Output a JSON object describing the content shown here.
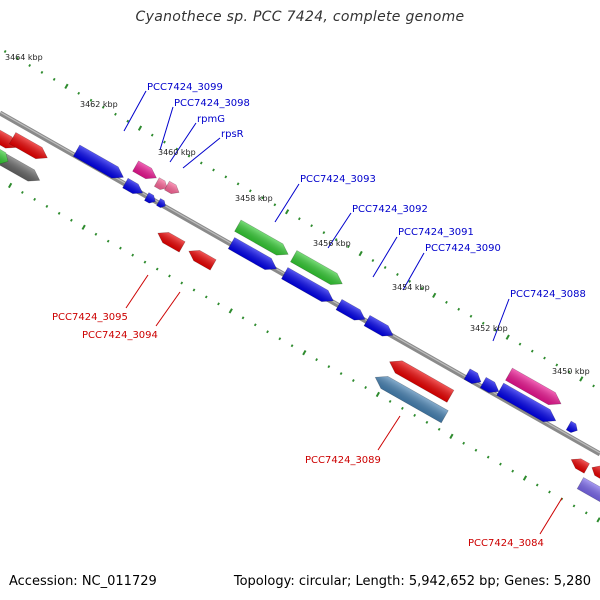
{
  "title": "Cyanothece sp. PCC 7424, complete genome",
  "footer": {
    "accession_label": "Accession: ",
    "accession": "NC_011729",
    "topology_label": "Topology: ",
    "topology": "circular",
    "length_label": "Length: ",
    "length": "5,942,652 bp",
    "genes_label": "Genes: ",
    "genes": "5,280"
  },
  "colors": {
    "forward_gene": "#0000ee",
    "reverse_gene": "#ee0000",
    "trna": "#ff6699",
    "rrna": "#ee1493",
    "green_gene": "#33cc33",
    "steel_gene": "#4682b4",
    "purple_gene": "#7b68ee",
    "gray_gene": "#666666",
    "tick": "#2e8b2e",
    "forward_label": "#0000cc",
    "reverse_label": "#cc0000"
  },
  "ticks": [
    {
      "label": "3464 kbp"
    },
    {
      "label": "3462 kbp"
    },
    {
      "label": "3460 kbp"
    },
    {
      "label": "3458 kbp"
    },
    {
      "label": "3456 kbp"
    },
    {
      "label": "3454 kbp"
    },
    {
      "label": "3452 kbp"
    },
    {
      "label": "3450 kbp"
    }
  ],
  "labels": [
    {
      "text": "PCC7424_3099",
      "strand": "forward"
    },
    {
      "text": "PCC7424_3098",
      "strand": "forward"
    },
    {
      "text": "rpmG",
      "strand": "forward"
    },
    {
      "text": "rpsR",
      "strand": "forward"
    },
    {
      "text": "PCC7424_3093",
      "strand": "forward"
    },
    {
      "text": "PCC7424_3092",
      "strand": "forward"
    },
    {
      "text": "PCC7424_3091",
      "strand": "forward"
    },
    {
      "text": "PCC7424_3090",
      "strand": "forward"
    },
    {
      "text": "PCC7424_3088",
      "strand": "forward"
    },
    {
      "text": "PCC7424_3095",
      "strand": "reverse"
    },
    {
      "text": "PCC7424_3094",
      "strand": "reverse"
    },
    {
      "text": "PCC7424_3089",
      "strand": "reverse"
    },
    {
      "text": "PCC7424_3084",
      "strand": "reverse"
    }
  ]
}
